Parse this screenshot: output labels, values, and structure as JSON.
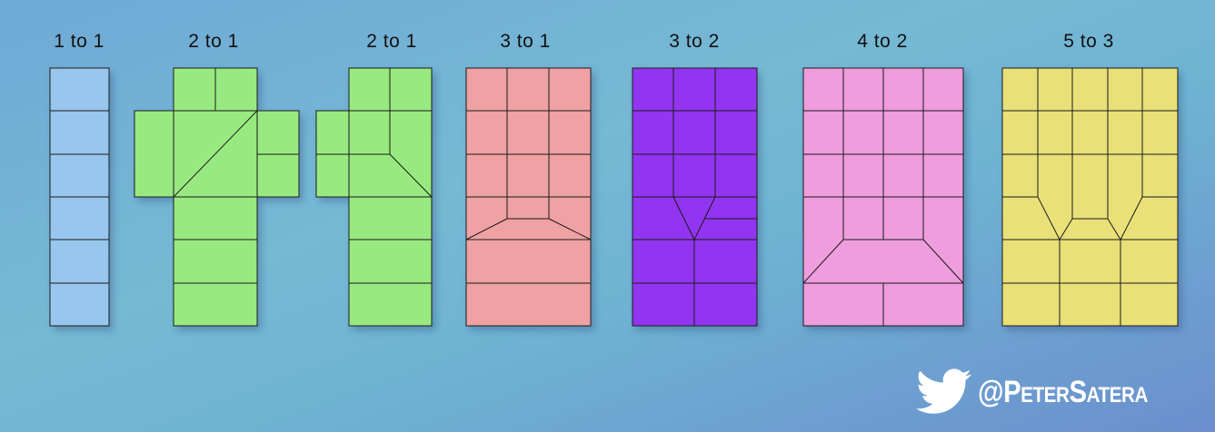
{
  "panels": [
    {
      "label": "1 to 1",
      "color": "#98c6ee"
    },
    {
      "label": "2 to 1",
      "color": "#98ea80"
    },
    {
      "label": "2 to 1",
      "color": "#98ea80"
    },
    {
      "label": "3 to 1",
      "color": "#f0a1a3"
    },
    {
      "label": "3 to 2",
      "color": "#9236f0"
    },
    {
      "label": "4 to 2",
      "color": "#ee9ddd"
    },
    {
      "label": "5 to 3",
      "color": "#e9e078"
    }
  ],
  "brand": {
    "icon": "twitter-bird-icon",
    "handle": "@PeterSatera"
  }
}
